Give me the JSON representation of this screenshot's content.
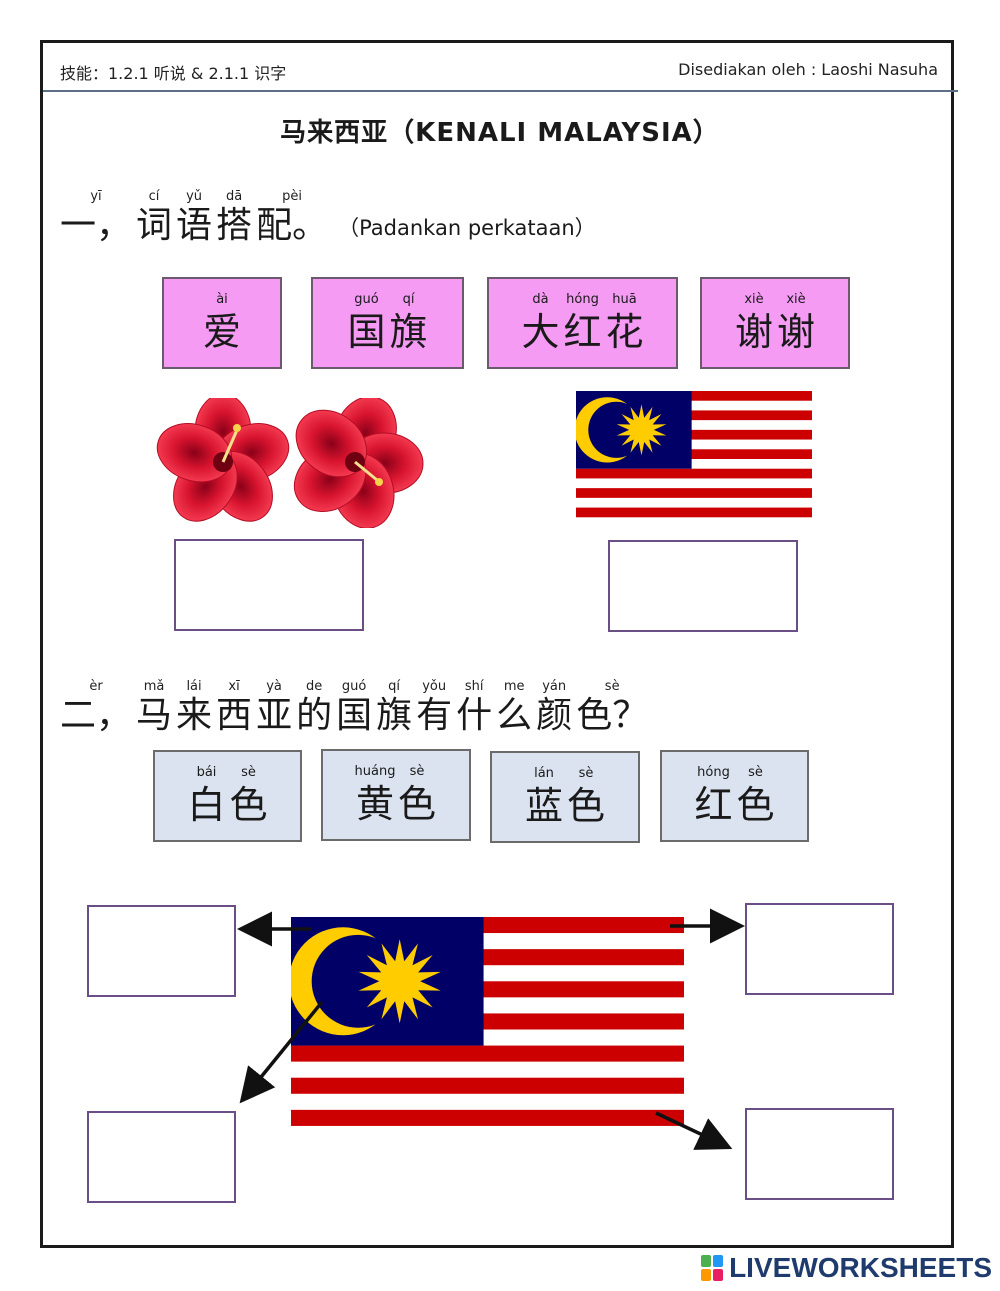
{
  "header": {
    "skills": "技能：1.2.1 听说 & 2.1.1 识字",
    "prepared_by": "Disediakan oleh : Laoshi Nasuha"
  },
  "title": "马来西亚（KENALI MALAYSIA）",
  "q1": {
    "chars": [
      {
        "py": "yī",
        "hz": "一，"
      },
      {
        "py": "cí",
        "hz": "词"
      },
      {
        "py": "yǔ",
        "hz": "语"
      },
      {
        "py": "dā",
        "hz": "搭"
      },
      {
        "py": "pèi",
        "hz": "配。"
      }
    ],
    "suffix": "（Padankan perkataan）",
    "cards": [
      {
        "py": [
          "ài"
        ],
        "hz": [
          "爱"
        ]
      },
      {
        "py": [
          "guó",
          "qí"
        ],
        "hz": [
          "国",
          "旗"
        ]
      },
      {
        "py": [
          "dà",
          "hóng",
          "huā"
        ],
        "hz": [
          "大",
          "红",
          "花"
        ]
      },
      {
        "py": [
          "xiè",
          "xiè"
        ],
        "hz": [
          "谢",
          "谢"
        ]
      }
    ]
  },
  "q2": {
    "chars": [
      {
        "py": "èr",
        "hz": "二，"
      },
      {
        "py": "mǎ",
        "hz": "马"
      },
      {
        "py": "lái",
        "hz": "来"
      },
      {
        "py": "xī",
        "hz": "西"
      },
      {
        "py": "yà",
        "hz": "亚"
      },
      {
        "py": "de",
        "hz": "的"
      },
      {
        "py": "guó",
        "hz": "国"
      },
      {
        "py": "qí",
        "hz": "旗"
      },
      {
        "py": "yǒu",
        "hz": "有"
      },
      {
        "py": "shí",
        "hz": "什"
      },
      {
        "py": "me",
        "hz": "么"
      },
      {
        "py": "yán",
        "hz": "颜"
      },
      {
        "py": "sè",
        "hz": "色？"
      }
    ],
    "cards": [
      {
        "py": [
          "bái",
          "sè"
        ],
        "hz": [
          "白",
          "色"
        ]
      },
      {
        "py": [
          "huáng",
          "sè"
        ],
        "hz": [
          "黄",
          "色"
        ]
      },
      {
        "py": [
          "lán",
          "sè"
        ],
        "hz": [
          "蓝",
          "色"
        ]
      },
      {
        "py": [
          "hóng",
          "sè"
        ],
        "hz": [
          "红",
          "色"
        ]
      }
    ]
  },
  "colors": {
    "pink_card": "#f59bf3",
    "blue_card": "#dce3f0",
    "flag_red": "#cc0001",
    "flag_blue": "#010066",
    "flag_yellow": "#ffcc00",
    "answer_border": "#6a4f86"
  },
  "icons": [
    "hibiscus-flower-icon",
    "malaysia-flag-icon",
    "arrow-icon"
  ],
  "brand": "LIVEWORKSHEETS"
}
